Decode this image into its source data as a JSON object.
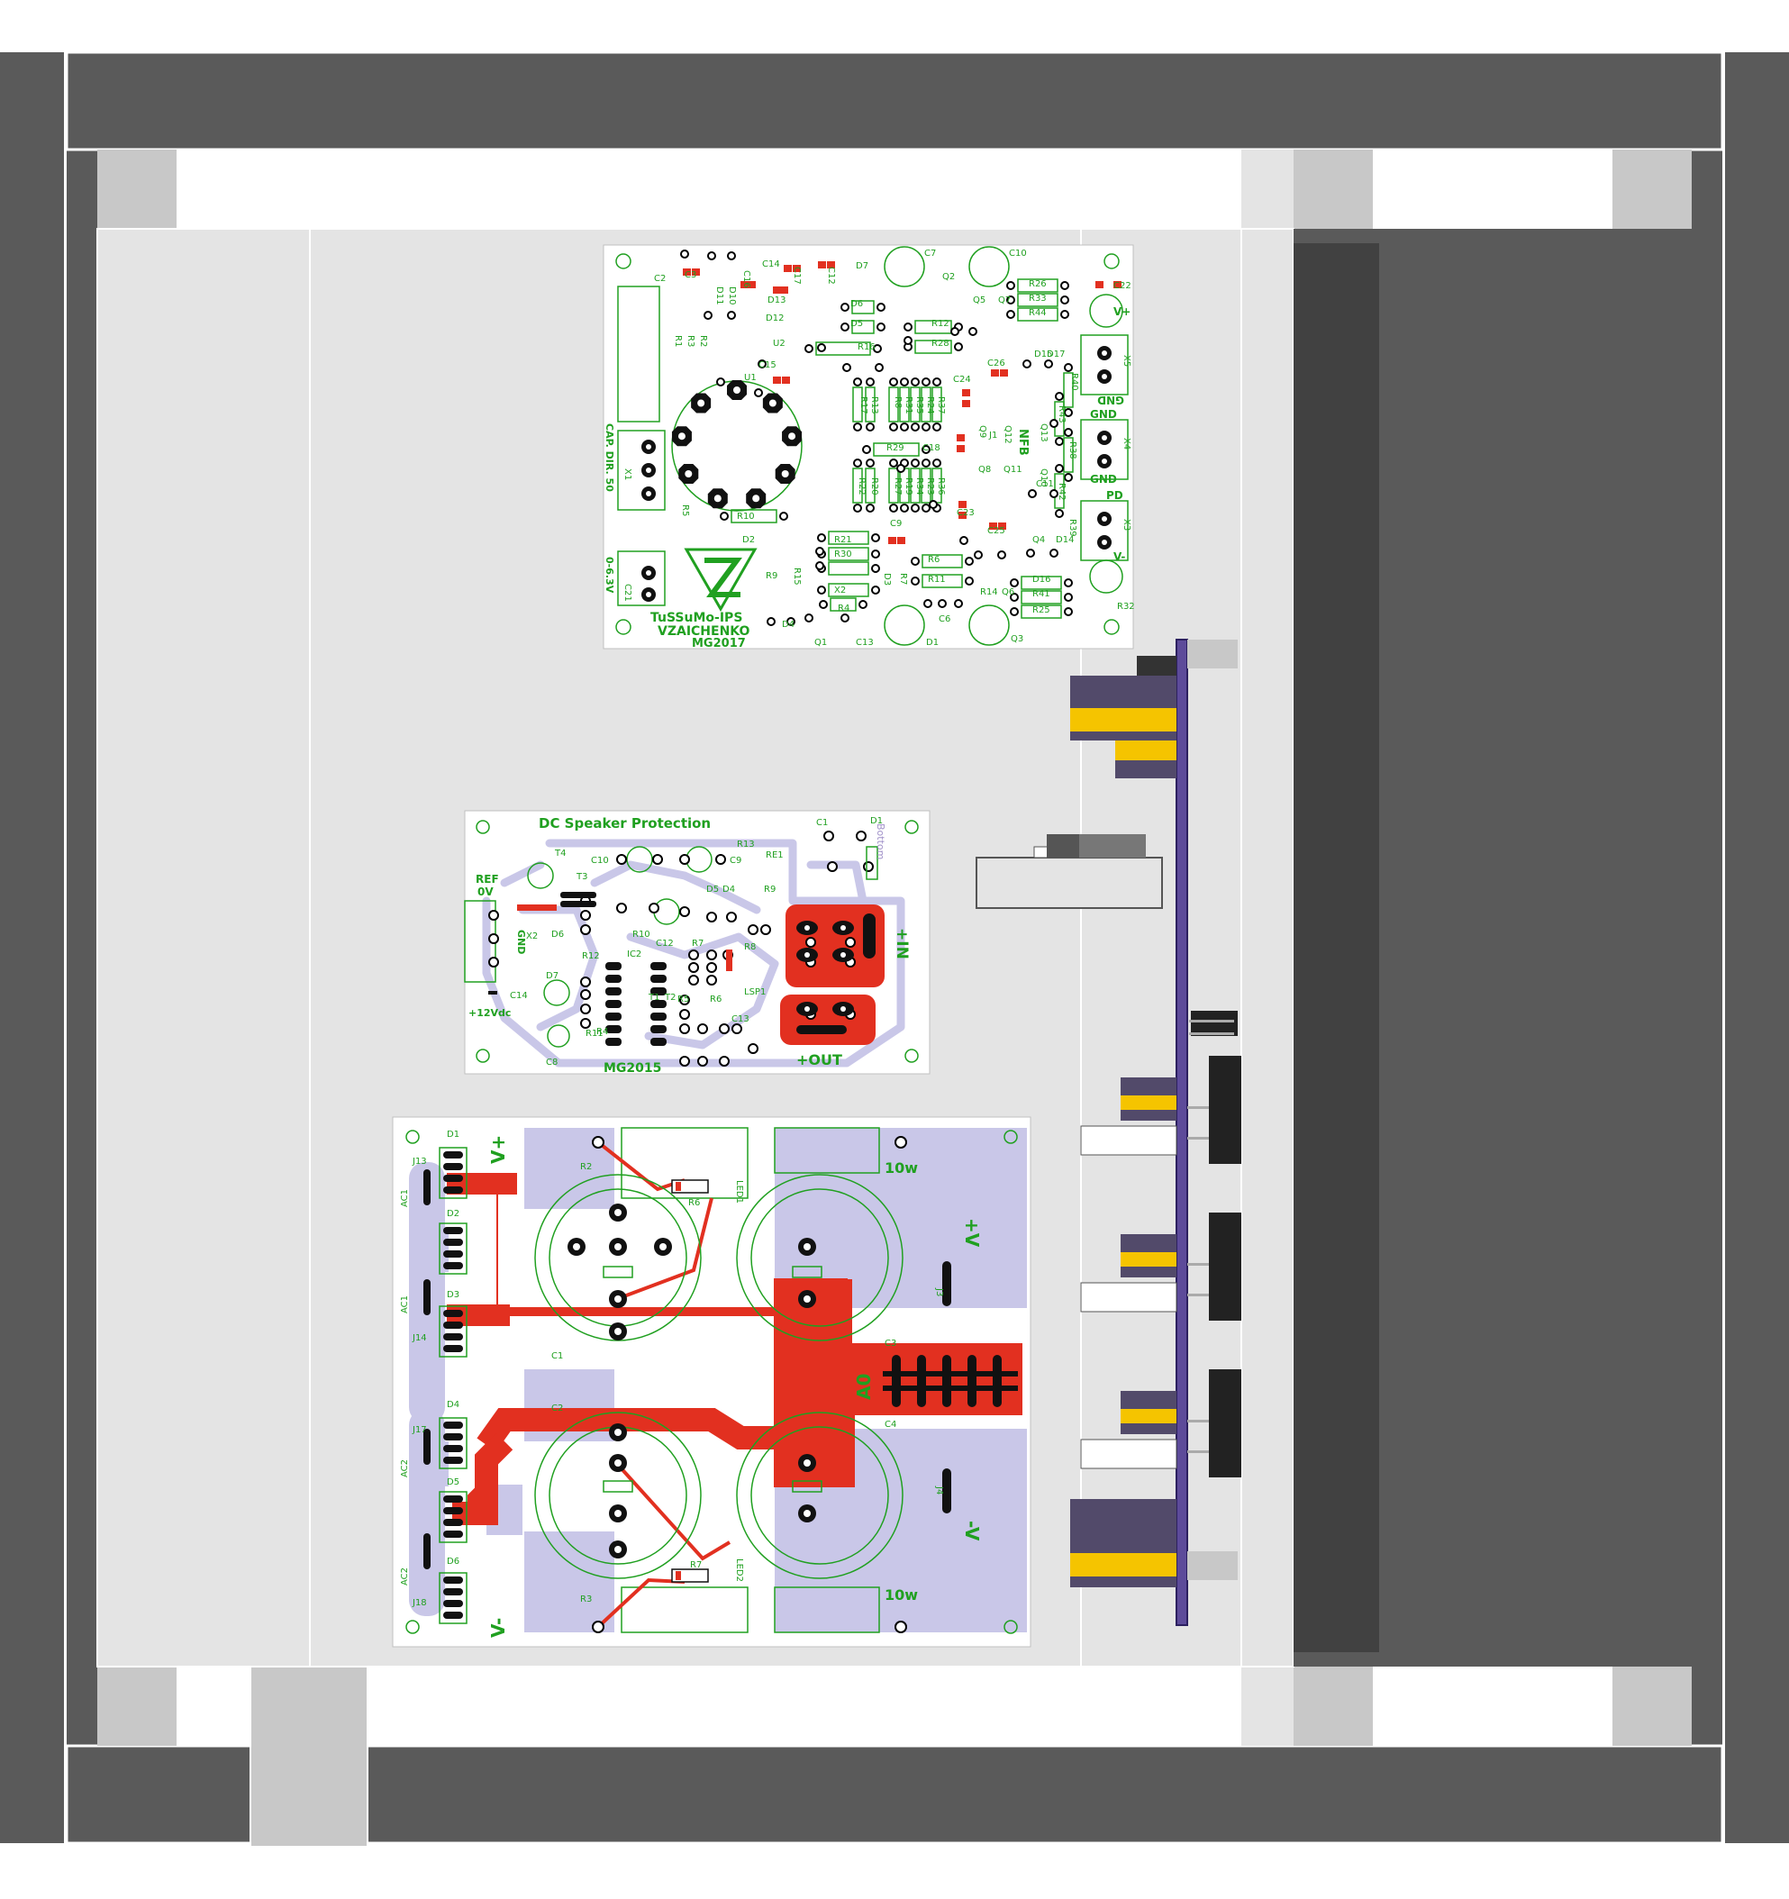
{
  "colors": {
    "frame_dark": "#5a5a5a",
    "frame_darker": "#414141",
    "panel_light": "#e4e4e4",
    "corner_block": "#c8c8c8",
    "silk_green": "#20a020",
    "pad_red": "#e23020",
    "copper_lilac": "#c9c7e8",
    "rear_bar": "#5d4b9a",
    "jack_yellow": "#f5c400"
  },
  "boards": {
    "amplifier": {
      "labels": {
        "brand1": "TuSSuMo-IPS",
        "brand2": "VZAICHENKO",
        "year": "MG2017",
        "cap_label": "CAP. DIR. 50",
        "heater_label": "0-6.3V",
        "nfb": "NFB",
        "gnd1": "GND",
        "gnd2": "GND",
        "gnd_top": "GND",
        "pd": "PD",
        "v_plus": "V+",
        "v_minus": "V-"
      },
      "parts": [
        {
          "ref": "C2"
        },
        {
          "ref": "C3"
        },
        {
          "ref": "R1"
        },
        {
          "ref": "R3"
        },
        {
          "ref": "R2"
        },
        {
          "ref": "D11"
        },
        {
          "ref": "D10"
        },
        {
          "ref": "C16"
        },
        {
          "ref": "C14"
        },
        {
          "ref": "C17"
        },
        {
          "ref": "C12"
        },
        {
          "ref": "D13"
        },
        {
          "ref": "D12"
        },
        {
          "ref": "U2"
        },
        {
          "ref": "C15"
        },
        {
          "ref": "U1"
        },
        {
          "ref": "D7"
        },
        {
          "ref": "D6"
        },
        {
          "ref": "D5"
        },
        {
          "ref": "C7"
        },
        {
          "ref": "C10"
        },
        {
          "ref": "Q2"
        },
        {
          "ref": "Q5"
        },
        {
          "ref": "Q7"
        },
        {
          "ref": "R12"
        },
        {
          "ref": "R28"
        },
        {
          "ref": "R16"
        },
        {
          "ref": "R26"
        },
        {
          "ref": "R33"
        },
        {
          "ref": "R44"
        },
        {
          "ref": "C22"
        },
        {
          "ref": "D15"
        },
        {
          "ref": "D17"
        },
        {
          "ref": "X5"
        },
        {
          "ref": "C26"
        },
        {
          "ref": "C24"
        },
        {
          "ref": "R17"
        },
        {
          "ref": "R13"
        },
        {
          "ref": "R8"
        },
        {
          "ref": "R31"
        },
        {
          "ref": "R35"
        },
        {
          "ref": "R24"
        },
        {
          "ref": "R37"
        },
        {
          "ref": "Q9"
        },
        {
          "ref": "Q12"
        },
        {
          "ref": "R40"
        },
        {
          "ref": "R43"
        },
        {
          "ref": "Q13"
        },
        {
          "ref": "J1"
        },
        {
          "ref": "R29"
        },
        {
          "ref": "C18"
        },
        {
          "ref": "X4"
        },
        {
          "ref": "Q8"
        },
        {
          "ref": "Q11"
        },
        {
          "ref": "Q10"
        },
        {
          "ref": "R38"
        },
        {
          "ref": "R42"
        },
        {
          "ref": "R22"
        },
        {
          "ref": "R20"
        },
        {
          "ref": "R27"
        },
        {
          "ref": "R19"
        },
        {
          "ref": "R34"
        },
        {
          "ref": "R23"
        },
        {
          "ref": "R36"
        },
        {
          "ref": "C23"
        },
        {
          "ref": "C25"
        },
        {
          "ref": "R39"
        },
        {
          "ref": "X3"
        },
        {
          "ref": "X1"
        },
        {
          "ref": "R5"
        },
        {
          "ref": "R10"
        },
        {
          "ref": "D2"
        },
        {
          "ref": "C9"
        },
        {
          "ref": "R21"
        },
        {
          "ref": "R30"
        },
        {
          "ref": "R15"
        },
        {
          "ref": "R9"
        },
        {
          "ref": "D3"
        },
        {
          "ref": "R7"
        },
        {
          "ref": "R6"
        },
        {
          "ref": "R11"
        },
        {
          "ref": "R14"
        },
        {
          "ref": "Q6"
        },
        {
          "ref": "Q4"
        },
        {
          "ref": "D14"
        },
        {
          "ref": "D16"
        },
        {
          "ref": "R41"
        },
        {
          "ref": "R25"
        },
        {
          "ref": "R32"
        },
        {
          "ref": "C21"
        },
        {
          "ref": "X2"
        },
        {
          "ref": "R4"
        },
        {
          "ref": "D4"
        },
        {
          "ref": "Q1"
        },
        {
          "ref": "C13"
        },
        {
          "ref": "D1"
        },
        {
          "ref": "C6"
        },
        {
          "ref": "Q3"
        },
        {
          "ref": "C11"
        }
      ]
    },
    "protection": {
      "title": "DC Speaker Protection",
      "bottom": "Bottom",
      "ref_label": "REF",
      "ov_label": "0V",
      "gnd_label": "GND",
      "in_label": "+IN",
      "out_label": "+OUT",
      "supply_label": "+12Vdc",
      "year": "MG2015",
      "parts": [
        {
          "ref": "T4"
        },
        {
          "ref": "T3"
        },
        {
          "ref": "C10"
        },
        {
          "ref": "C9"
        },
        {
          "ref": "R13"
        },
        {
          "ref": "C1"
        },
        {
          "ref": "D1"
        },
        {
          "ref": "RE1"
        },
        {
          "ref": "C12"
        },
        {
          "ref": "D5"
        },
        {
          "ref": "D4"
        },
        {
          "ref": "R9"
        },
        {
          "ref": "D6"
        },
        {
          "ref": "X2"
        },
        {
          "ref": "R10"
        },
        {
          "ref": "R12"
        },
        {
          "ref": "IC2"
        },
        {
          "ref": "R7"
        },
        {
          "ref": "R8"
        },
        {
          "ref": "C14"
        },
        {
          "ref": "D7"
        },
        {
          "ref": "LSP1"
        },
        {
          "ref": "R4"
        },
        {
          "ref": "R11"
        },
        {
          "ref": "C8"
        },
        {
          "ref": "R5"
        },
        {
          "ref": "R6"
        },
        {
          "ref": "C13"
        },
        {
          "ref": "T1"
        },
        {
          "ref": "T2"
        }
      ]
    },
    "power_supply": {
      "parts": [
        {
          "ref": "D1"
        },
        {
          "ref": "J13"
        },
        {
          "ref": "AC1"
        },
        {
          "ref": "D2"
        },
        {
          "ref": "D3"
        },
        {
          "ref": "AC1"
        },
        {
          "ref": "J14"
        },
        {
          "ref": "R2"
        },
        {
          "ref": "R6"
        },
        {
          "ref": "LED1"
        },
        {
          "ref": "C1"
        },
        {
          "ref": "J3"
        },
        {
          "ref": "C3"
        },
        {
          "ref": "C4"
        },
        {
          "ref": "D4"
        },
        {
          "ref": "J17"
        },
        {
          "ref": "AC2"
        },
        {
          "ref": "D5"
        },
        {
          "ref": "C2"
        },
        {
          "ref": "J4"
        },
        {
          "ref": "AC2"
        },
        {
          "ref": "D6"
        },
        {
          "ref": "J18"
        },
        {
          "ref": "R7"
        },
        {
          "ref": "LED2"
        },
        {
          "ref": "R3"
        }
      ],
      "labels": {
        "v_plus_left": "V+",
        "v_minus_left": "V-",
        "v_plus_right": "+V",
        "v_minus_right": "-V",
        "ground": "A0",
        "watt_top": "10w",
        "watt_bottom": "10w"
      }
    }
  }
}
